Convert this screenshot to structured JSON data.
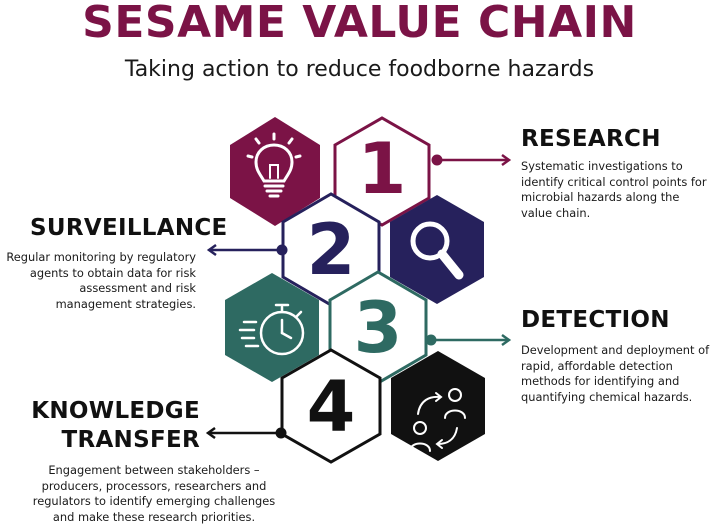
{
  "title": "SESAME VALUE CHAIN",
  "subtitle": "Taking action to reduce foodborne hazards",
  "colors": {
    "maroon": "#7b1346",
    "navy": "#26215c",
    "teal": "#2e6a62",
    "black": "#111111"
  },
  "steps": [
    {
      "number": "1",
      "heading": "RESEARCH",
      "description": "Systematic investigations to identify critical control points for microbial hazards along the value chain.",
      "icon": "lightbulb-icon"
    },
    {
      "number": "2",
      "heading": "SURVEILLANCE",
      "description": "Regular monitoring by regulatory agents to obtain data for risk assessment and risk management strategies.",
      "icon": "magnifier-icon"
    },
    {
      "number": "3",
      "heading": "DETECTION",
      "description": "Development and deployment of rapid, affordable detection methods for identifying and quantifying chemical hazards.",
      "icon": "stopwatch-icon"
    },
    {
      "number": "4",
      "heading_line1": "KNOWLEDGE",
      "heading_line2": "TRANSFER",
      "description": "Engagement between stakeholders – producers, processors, researchers and regulators to identify emerging challenges and make these research priorities.",
      "icon": "exchange-people-icon"
    }
  ]
}
